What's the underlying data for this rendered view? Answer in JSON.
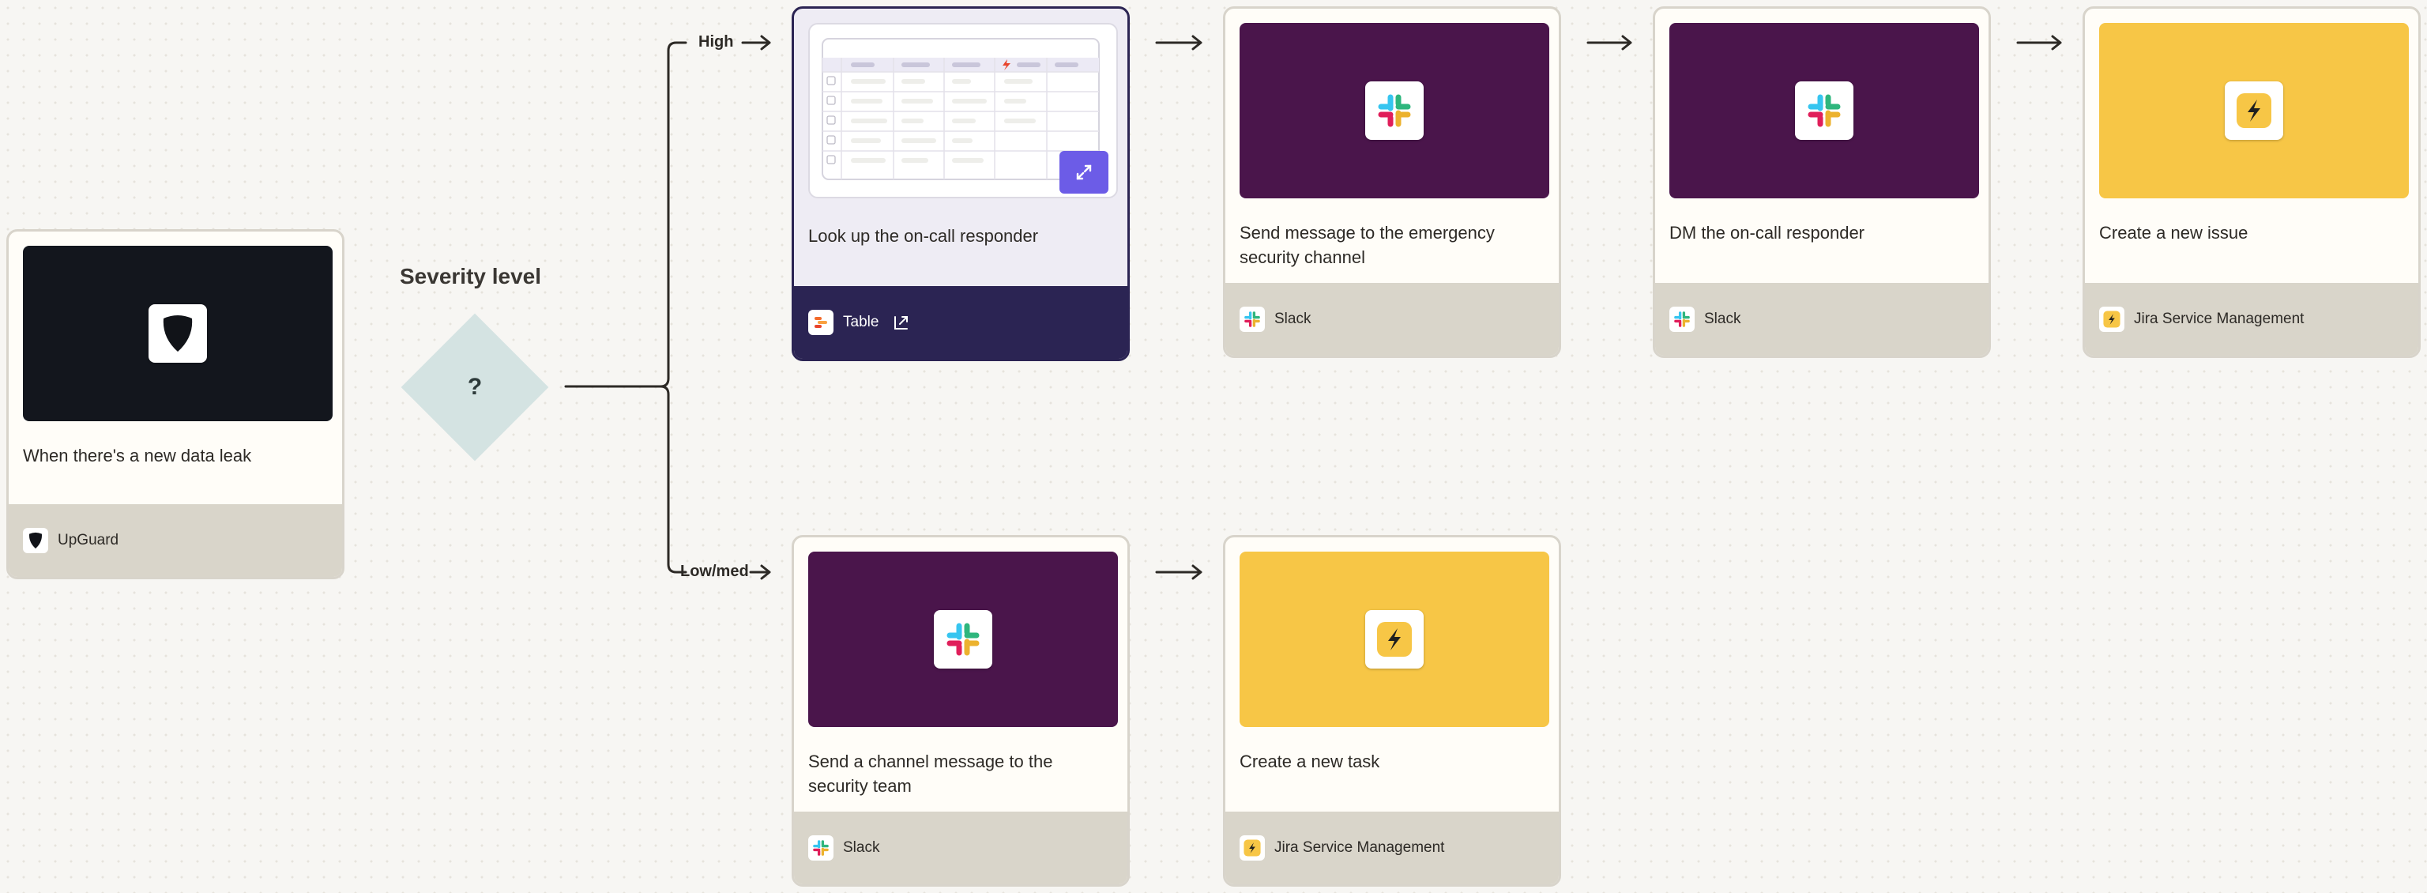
{
  "trigger": {
    "title": "When there's a new data leak",
    "app": "UpGuard",
    "icon": "upguard-shield-icon"
  },
  "decision": {
    "title": "Severity level",
    "symbol": "?",
    "branches": [
      "High",
      "Low/med"
    ]
  },
  "high_branch": [
    {
      "title": "Look up the on-call responder",
      "app": "Table",
      "icon": "table-icon"
    },
    {
      "title": "Send message to the emergency security channel",
      "app": "Slack",
      "icon": "slack-icon"
    },
    {
      "title": "DM the on-call responder",
      "app": "Slack",
      "icon": "slack-icon"
    },
    {
      "title": "Create a new issue",
      "app": "Jira Service Management",
      "icon": "jira-service-management-icon"
    }
  ],
  "low_branch": [
    {
      "title": "Send a channel message to the security team",
      "app": "Slack",
      "icon": "slack-icon"
    },
    {
      "title": "Create a new task",
      "app": "Jira Service Management",
      "icon": "jira-service-management-icon"
    }
  ],
  "colors": {
    "upguard_hero": "#13161d",
    "slack_hero": "#4a154b",
    "jira_hero": "#f7c646",
    "table_footer": "#2b2453",
    "diamond": "#d4e3e2",
    "expand_button": "#6c5ce7"
  }
}
